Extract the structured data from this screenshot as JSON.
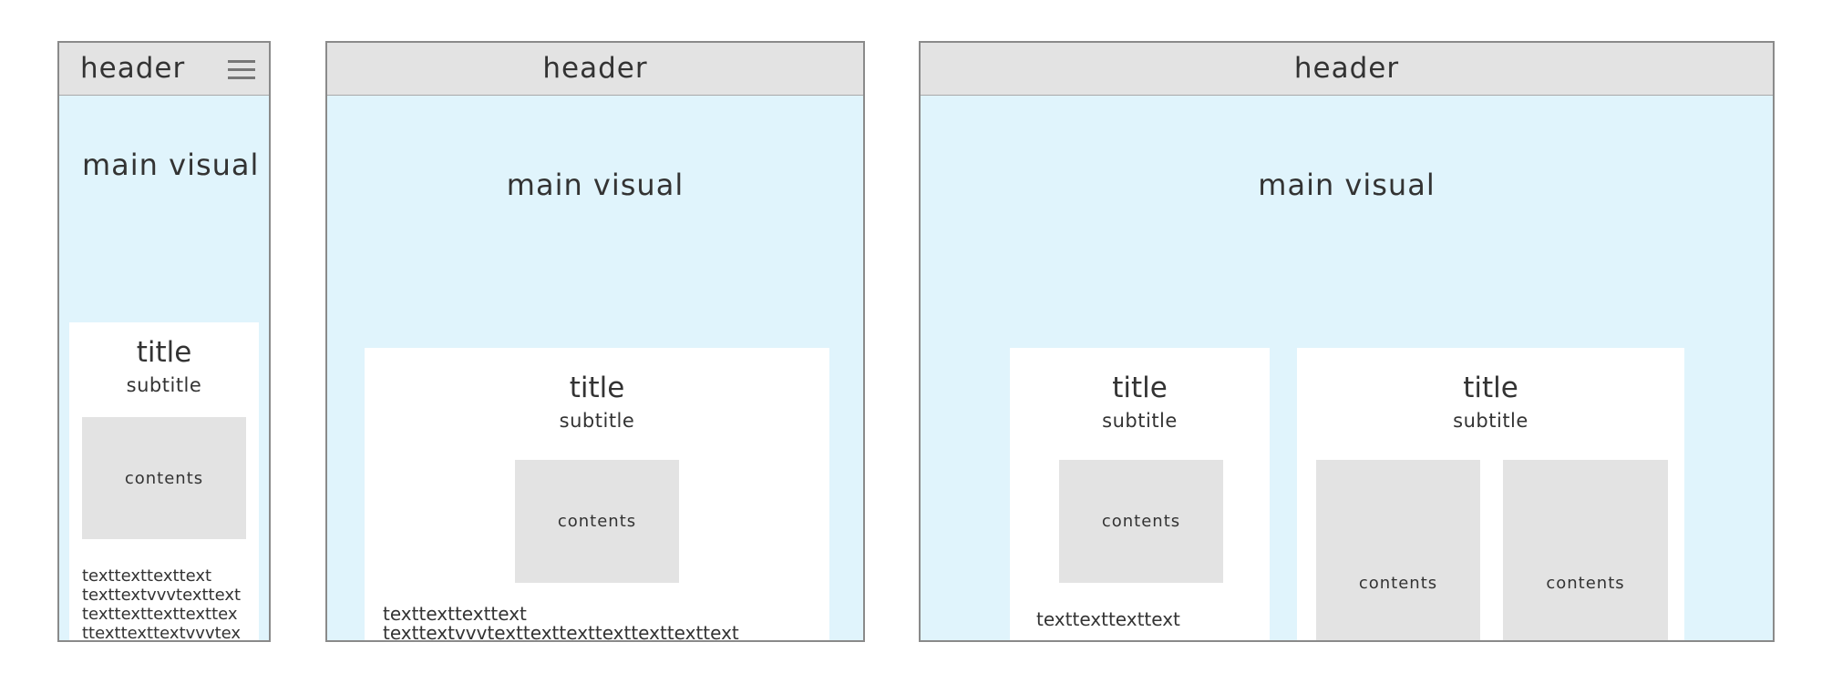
{
  "mobile": {
    "header": "header",
    "main_visual": "main visual",
    "card": {
      "title": "title",
      "subtitle": "subtitle",
      "contents": "contents",
      "text_lines": [
        "texttexttexttext",
        "texttextvvvtexttext",
        "texttexttexttexttex",
        "ttexttexttextvvvtex"
      ]
    }
  },
  "tablet": {
    "header": "header",
    "main_visual": "main visual",
    "card": {
      "title": "title",
      "subtitle": "subtitle",
      "contents": "contents",
      "text_lines": [
        "texttexttexttext",
        "texttextvvvtexttexttexttexttexttexttext"
      ]
    }
  },
  "desktop": {
    "header": "header",
    "main_visual": "main visual",
    "card_left": {
      "title": "title",
      "subtitle": "subtitle",
      "contents": "contents",
      "text": "texttexttexttext"
    },
    "card_right": {
      "title": "title",
      "subtitle": "subtitle",
      "contents_1": "contents",
      "contents_2": "contents"
    }
  }
}
